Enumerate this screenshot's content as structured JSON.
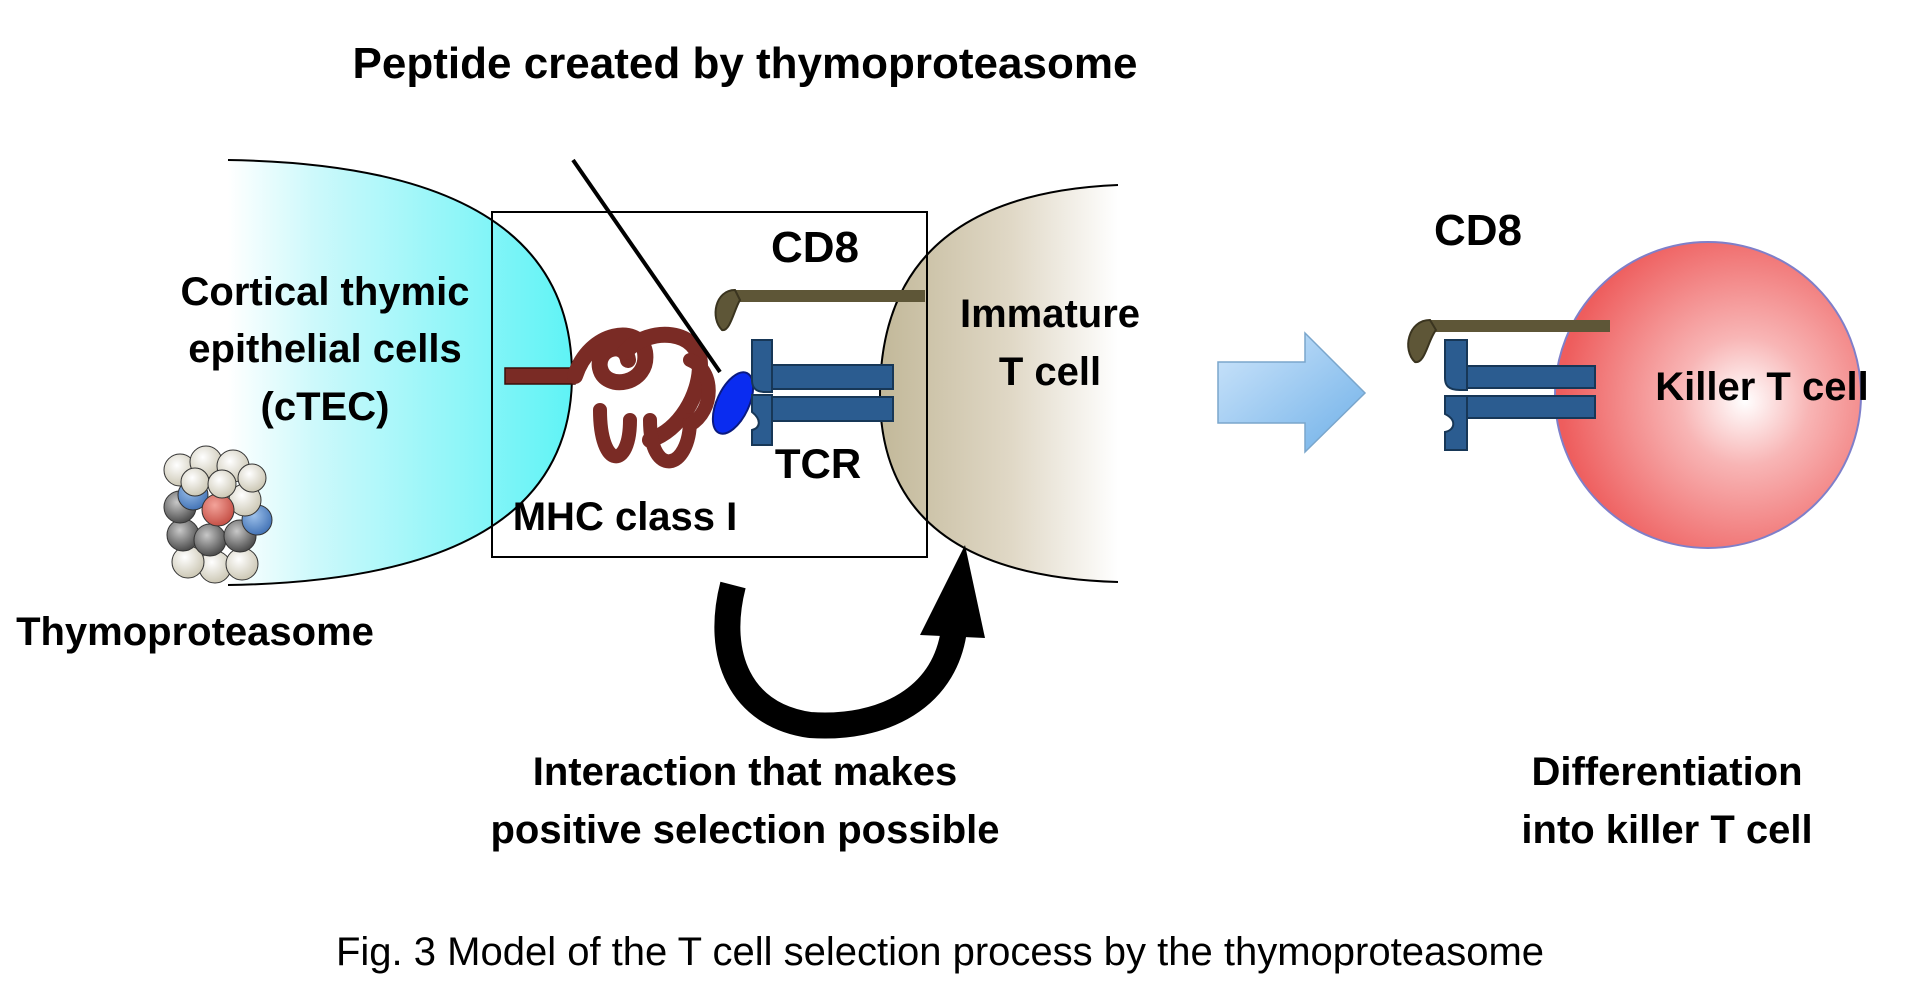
{
  "title": "Peptide created by thymoproteasome",
  "labels": {
    "ctec": [
      "Cortical thymic",
      "epithelial cells",
      "(cTEC)"
    ],
    "thymoproteasome": "Thymoproteasome",
    "mhc": "MHC class I",
    "cd8_left": "CD8",
    "tcr": "TCR",
    "immature": [
      "Immature",
      "T cell"
    ],
    "cd8_right": "CD8",
    "killer": "Killer T cell"
  },
  "captions": {
    "interaction": [
      "Interaction that makes",
      "positive selection possible"
    ],
    "differentiation": [
      "Differentiation",
      "into killer T cell"
    ]
  },
  "figure_caption": "Fig. 3 Model of the T cell selection process by the thymoproteasome",
  "colors": {
    "ctec_fill": "#5ff3f6",
    "immature_fill": "#c9bfa5",
    "killer_fill": "#f06a6a",
    "mhc": "#7a2b25",
    "tcr": "#2b5c90",
    "cd8": "#5e5637",
    "peptide": "#0a2cf0",
    "arrow_fill": "#8ec3ee"
  }
}
